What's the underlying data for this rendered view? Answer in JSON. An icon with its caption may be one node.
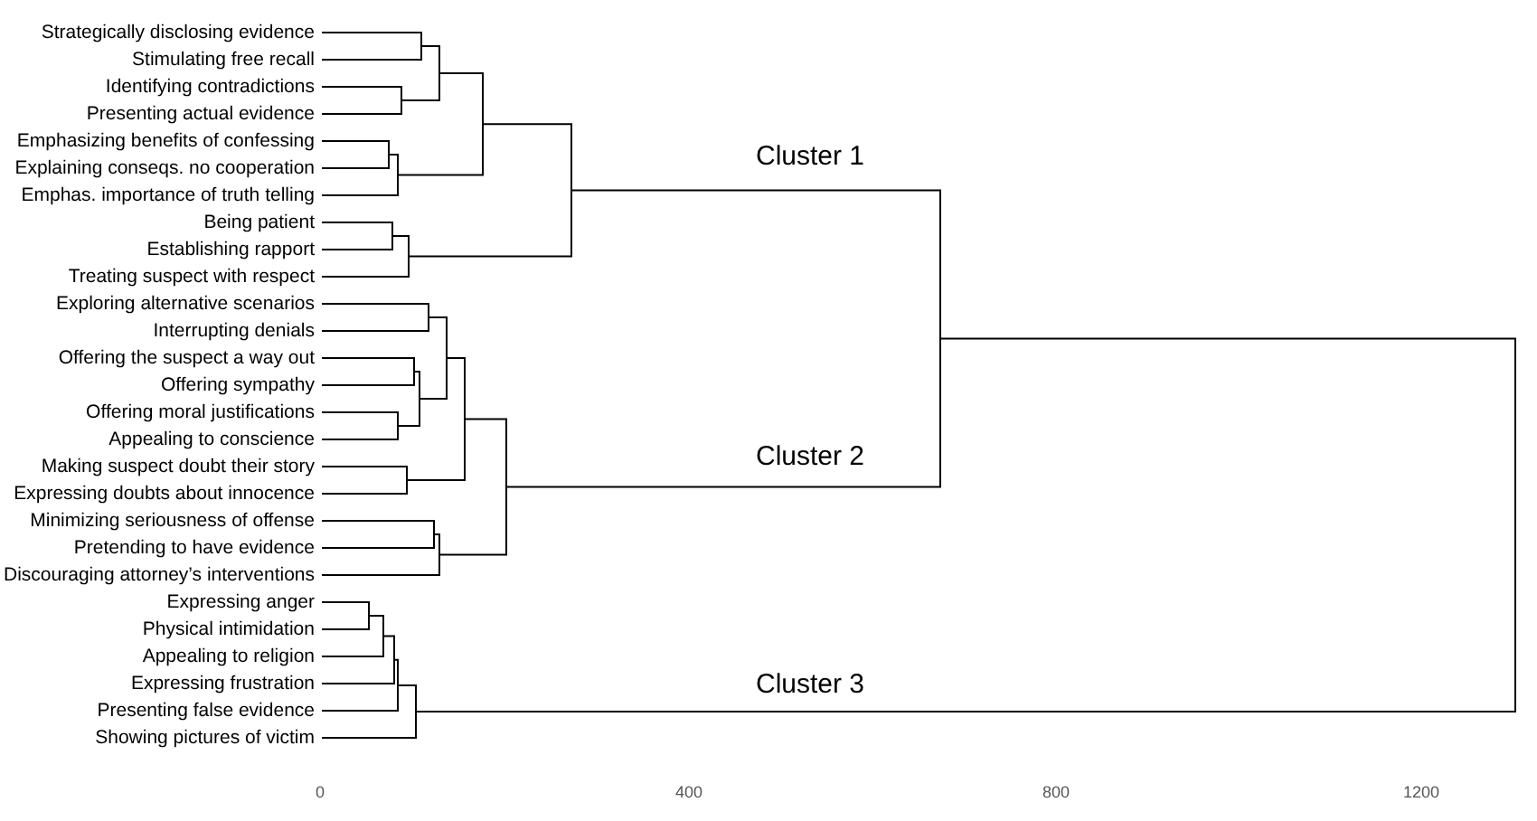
{
  "diagram": {
    "labels": [
      "Strategically disclosing evidence",
      "Stimulating free recall",
      "Identifying contradictions",
      "Presenting actual evidence",
      "Emphasizing benefits of confessing",
      "Explaining conseqs. no cooperation",
      "Emphas. importance of truth telling",
      "Being patient",
      "Establishing rapport",
      "Treating suspect with respect",
      "Exploring alternative scenarios",
      "Interrupting denials",
      "Offering the suspect a way out",
      "Offering sympathy",
      "Offering moral justifications",
      "Appealing to conscience",
      "Making suspect doubt their story",
      "Expressing doubts about innocence",
      "Minimizing seriousness of offense",
      "Pretending to have evidence",
      "Discouraging attorney’s interventions",
      "Expressing anger",
      "Physical intimidation",
      "Appealing to religion",
      "Expressing frustration",
      "Presenting false evidence",
      "Showing pictures of victim",
      "Cluster 1",
      "Cluster 2",
      "Cluster 3",
      "0",
      "400",
      "800",
      "1200"
    ]
  }
}
